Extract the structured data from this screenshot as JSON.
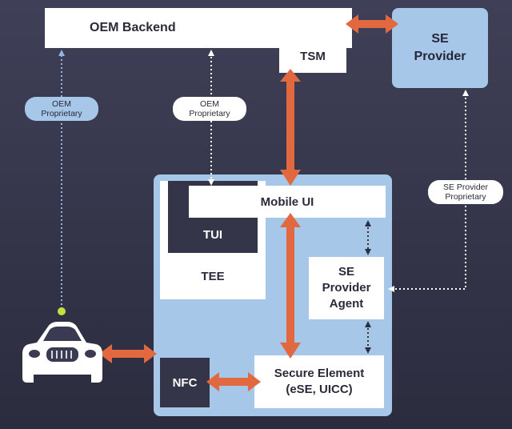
{
  "colors": {
    "background": "#35354a",
    "box_white": "#ffffff",
    "box_dark": "#353549",
    "panel_blue": "#a6c7e8",
    "arrow_orange": "#e2683f",
    "dotted_white": "#ffffff",
    "dotted_blue": "#8fb7e0",
    "dot_green": "#c6e03a"
  },
  "nodes": {
    "oem_backend": "OEM Backend",
    "tsm": "TSM",
    "se_provider": "SE\nProvider",
    "mobile_ui": "Mobile UI",
    "tui": "TUI",
    "tee": "TEE",
    "se_provider_agent": "SE\nProvider\nAgent",
    "nfc": "NFC",
    "secure_element": "Secure Element\n(eSE, UICC)"
  },
  "pills": {
    "oem_proprietary_left": "OEM\nProprietary",
    "oem_proprietary_mid": "OEM\nProprietary",
    "se_provider_proprietary": "SE Provider\nProprietary"
  },
  "icons": {
    "car": "car-icon"
  }
}
